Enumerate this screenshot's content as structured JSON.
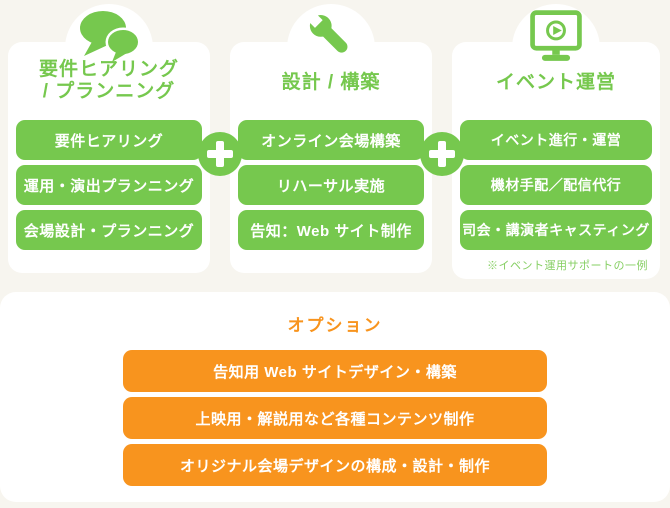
{
  "colors": {
    "green": "#76c84e",
    "note_green": "#86cf63",
    "orange": "#f8941e",
    "card_background": "#ffffff",
    "page_background": "#f7f5ef",
    "button_text": "#ffffff"
  },
  "columns": [
    {
      "icon": "chat-bubbles-icon",
      "title_line1": "要件ヒアリング",
      "title_line2": "/ プランニング",
      "items": [
        "要件ヒアリング",
        "運用・演出プランニング",
        "会場設計・プランニング"
      ]
    },
    {
      "icon": "wrench-icon",
      "title_line1": "設計 / 構築",
      "items": [
        "オンライン会場構築",
        "リハーサル実施",
        "告知：Web サイト制作"
      ]
    },
    {
      "icon": "monitor-play-icon",
      "title_line1": "イベント運営",
      "items": [
        "イベント進行・運営",
        "機材手配／配信代行",
        "司会・講演者キャスティング"
      ],
      "note": "※イベント運用サポートの一例"
    }
  ],
  "options": {
    "title": "オプション",
    "items": [
      "告知用 Web サイトデザイン・構築",
      "上映用・解説用など各種コンテンツ制作",
      "オリジナル会場デザインの構成・設計・制作"
    ]
  }
}
